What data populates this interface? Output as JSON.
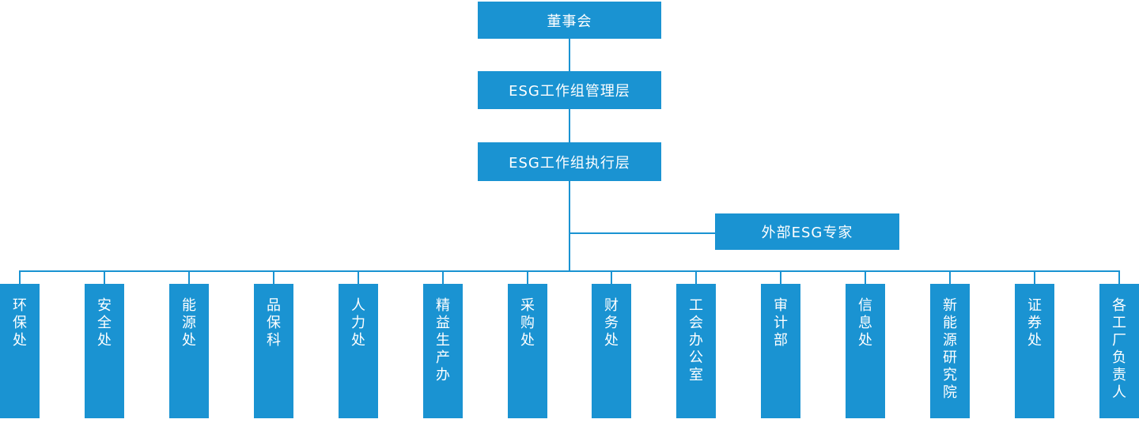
{
  "org_chart": {
    "accent_color": "#1a93d2",
    "text_color": "#ffffff",
    "levels": {
      "board": {
        "label": "董事会"
      },
      "management": {
        "label": "ESG工作组管理层"
      },
      "execution": {
        "label": "ESG工作组执行层"
      },
      "external_expert": {
        "label": "外部ESG专家"
      }
    },
    "departments": [
      {
        "label": "环保处"
      },
      {
        "label": "安全处"
      },
      {
        "label": "能源处"
      },
      {
        "label": "品保科"
      },
      {
        "label": "人力处"
      },
      {
        "label": "精益生产办"
      },
      {
        "label": "采购处"
      },
      {
        "label": "财务处"
      },
      {
        "label": "工会办公室"
      },
      {
        "label": "审计部"
      },
      {
        "label": "信息处"
      },
      {
        "label": "新能源研究院"
      },
      {
        "label": "证券处"
      },
      {
        "label": "各工厂负责人"
      }
    ]
  }
}
